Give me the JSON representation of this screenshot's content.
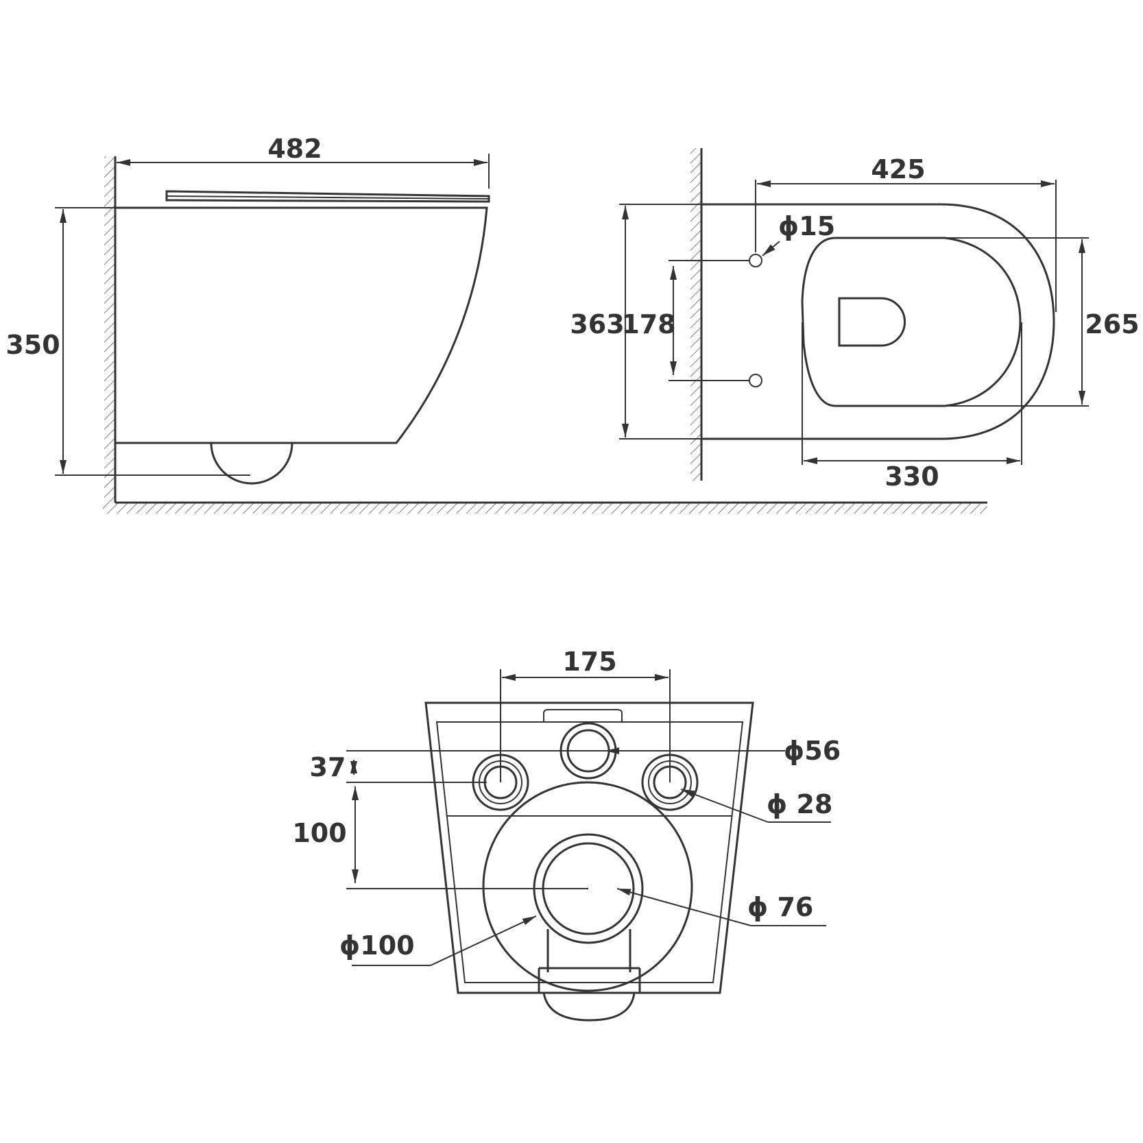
{
  "views": {
    "side": {
      "dim_width": "482",
      "dim_height": "350"
    },
    "top": {
      "dim_length": "425",
      "dim_hole": "ϕ15",
      "dim_total_width": "363",
      "dim_bolt_spacing": "178",
      "dim_seat_width": "265",
      "dim_seat_length": "330"
    },
    "back": {
      "dim_bolt_distance": "175",
      "dim_inlet": "ϕ56",
      "dim_bolt_hole": "ϕ 28",
      "dim_offset": "37",
      "dim_outlet_height": "100",
      "dim_outlet": "ϕ 76",
      "dim_outlet_outer": "ϕ100"
    }
  },
  "colors": {
    "line": "#333333",
    "background": "#ffffff"
  }
}
